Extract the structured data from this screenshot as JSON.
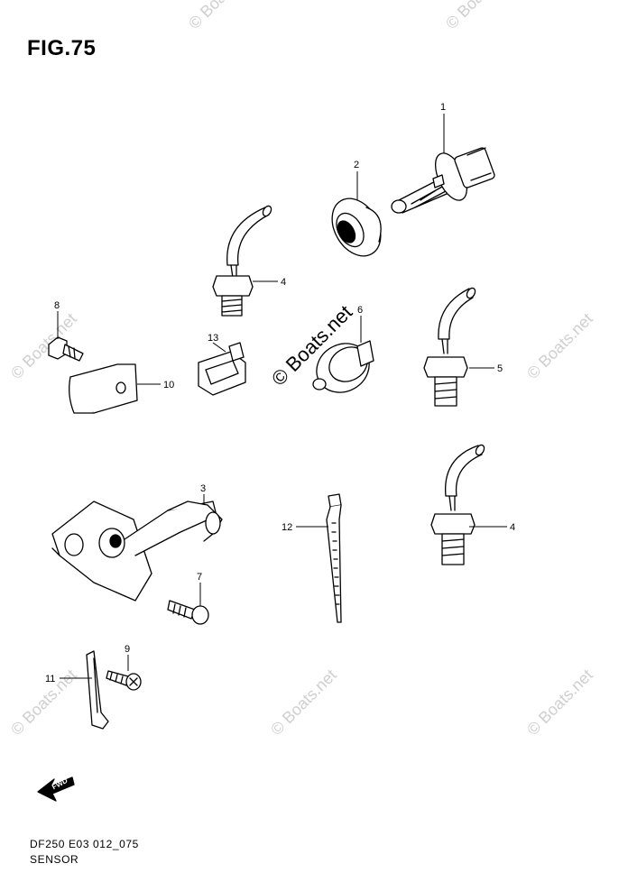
{
  "figure": {
    "title": "FIG.75",
    "code": "DF250 E03 012_075",
    "name": "SENSOR"
  },
  "watermark": {
    "main": "© Boats.net",
    "faint": "© Boats.net"
  },
  "fwd_label": "FWD",
  "callouts": [
    "1",
    "2",
    "3",
    "4",
    "4",
    "5",
    "6",
    "7",
    "8",
    "9",
    "10",
    "11",
    "12",
    "13"
  ]
}
